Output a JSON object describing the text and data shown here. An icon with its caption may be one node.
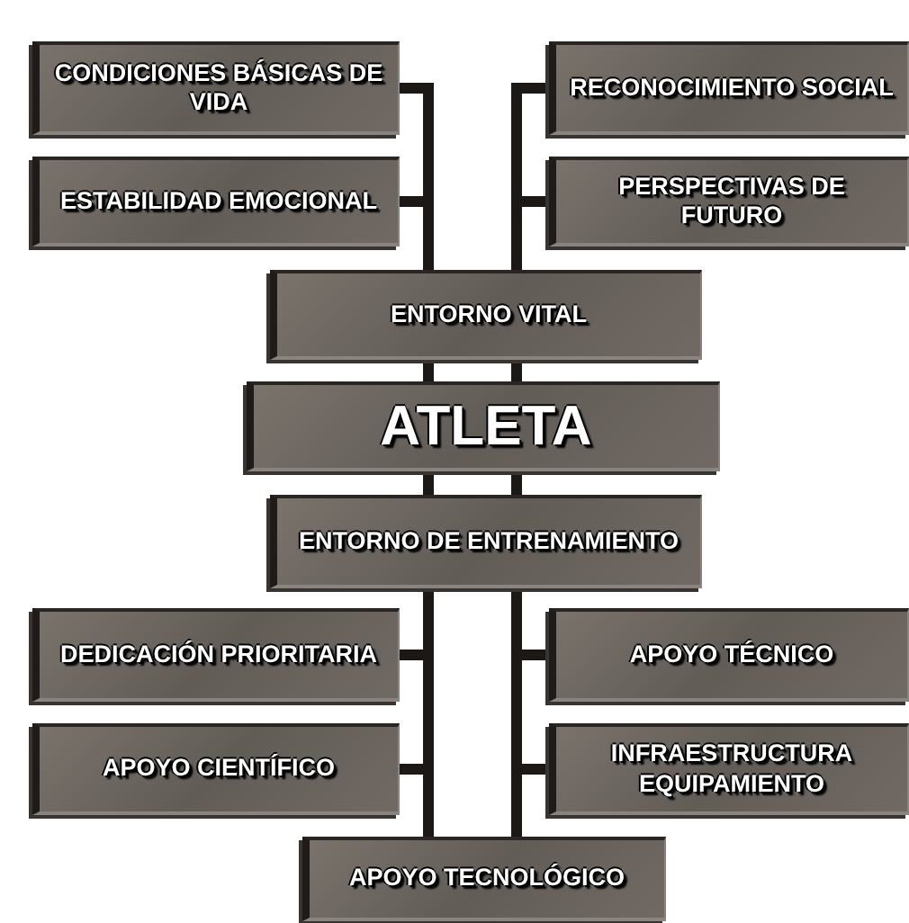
{
  "diagram": {
    "nodes": [
      {
        "text": [
          "CONDICIONES BÁSICAS DE VIDA"
        ]
      },
      {
        "text": [
          "RECONOCIMIENTO SOCIAL"
        ]
      },
      {
        "text": [
          "ESTABILIDAD EMOCIONAL"
        ]
      },
      {
        "text": [
          "PERSPECTIVAS DE FUTURO"
        ]
      },
      {
        "text": [
          "ENTORNO VITAL"
        ]
      },
      {
        "text": [
          "ATLETA"
        ]
      },
      {
        "text": [
          "ENTORNO DE ENTRENAMIENTO"
        ]
      },
      {
        "text": [
          "DEDICACIÓN PRIORITARIA"
        ]
      },
      {
        "text": [
          "APOYO TÉCNICO"
        ]
      },
      {
        "text": [
          "APOYO CIENTÍFICO"
        ]
      },
      {
        "text": [
          "INFRAESTRUCTURA EQUIPAMIENTO"
        ]
      },
      {
        "text": [
          "APOYO TECNOLÓGICO"
        ]
      }
    ],
    "edges": [
      {
        "from": 0,
        "to": 4,
        "arrow": "none"
      },
      {
        "from": 1,
        "to": 4,
        "arrow": "none"
      },
      {
        "from": 2,
        "to": 4,
        "arrow": "none"
      },
      {
        "from": 3,
        "to": 4,
        "arrow": "none"
      },
      {
        "from": 4,
        "to": 5,
        "arrow": "none"
      },
      {
        "from": 4,
        "to": 5,
        "arrow": "none"
      },
      {
        "from": 5,
        "to": 6,
        "arrow": "none"
      },
      {
        "from": 5,
        "to": 6,
        "arrow": "none"
      },
      {
        "from": 6,
        "to": 7,
        "arrow": "none"
      },
      {
        "from": 6,
        "to": 8,
        "arrow": "none"
      },
      {
        "from": 6,
        "to": 9,
        "arrow": "none"
      },
      {
        "from": 6,
        "to": 10,
        "arrow": "none"
      },
      {
        "from": 6,
        "to": 11,
        "arrow": "none"
      },
      {
        "from": 6,
        "to": 11,
        "arrow": "none"
      }
    ]
  }
}
